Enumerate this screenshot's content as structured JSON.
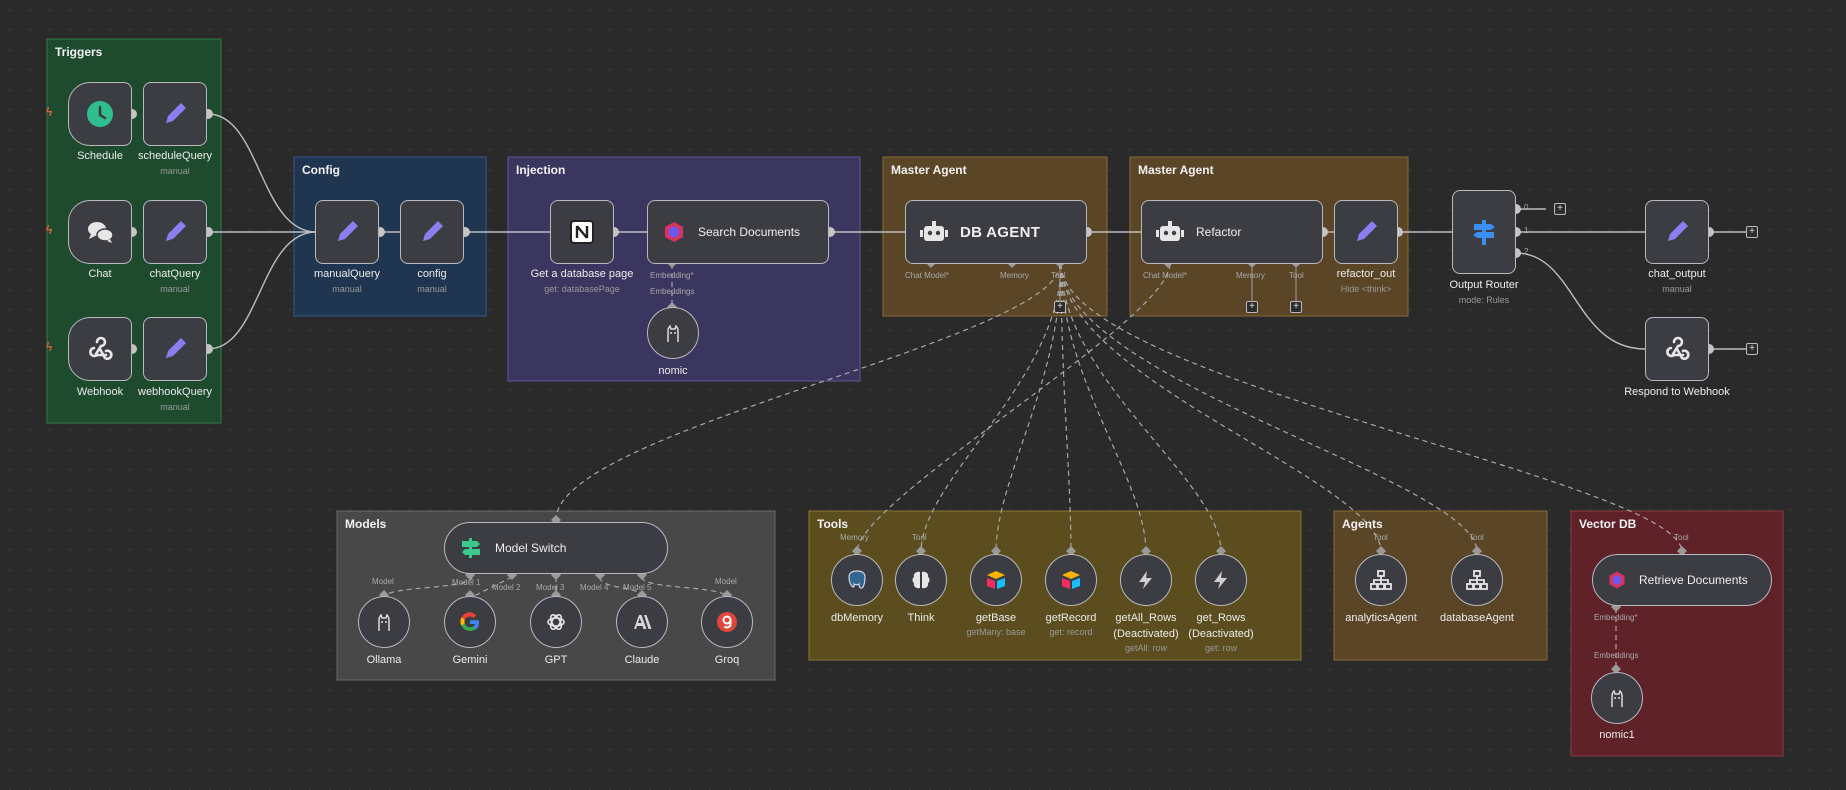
{
  "groups": {
    "triggers": "Triggers",
    "config": "Config",
    "injection": "Injection",
    "master1": "Master Agent",
    "master2": "Master Agent",
    "models": "Models",
    "tools": "Tools",
    "agents": "Agents",
    "vectordb": "Vector DB"
  },
  "nodes": {
    "schedule": "Schedule",
    "schedule_query": {
      "name": "scheduleQuery",
      "sub": "manual"
    },
    "chat": "Chat",
    "chat_query": {
      "name": "chatQuery",
      "sub": "manual"
    },
    "webhook": "Webhook",
    "webhook_query": {
      "name": "webhookQuery",
      "sub": "manual"
    },
    "manual_query": {
      "name": "manualQuery",
      "sub": "manual"
    },
    "config": {
      "name": "config",
      "sub": "manual"
    },
    "get_db_page": {
      "name": "Get a database page",
      "sub": "get: databasePage"
    },
    "search_documents": "Search Documents",
    "nomic": "nomic",
    "db_agent": "DB AGENT",
    "refactor": "Refactor",
    "refactor_out": {
      "name": "refactor_out",
      "sub": "Hide <think>"
    },
    "output_router": {
      "name": "Output Router",
      "sub": "mode: Rules"
    },
    "chat_output": {
      "name": "chat_output",
      "sub": "manual"
    },
    "respond_webhook": "Respond to Webhook",
    "model_switch": "Model Switch",
    "ollama": "Ollama",
    "gemini": "Gemini",
    "gpt": "GPT",
    "claude": "Claude",
    "groq": "Groq",
    "db_memory": "dbMemory",
    "think": "Think",
    "get_base": {
      "name": "getBase",
      "sub": "getMany: base"
    },
    "get_record": {
      "name": "getRecord",
      "sub": "get: record"
    },
    "get_all_rows": {
      "name": "getAll_Rows\n(Deactivated)",
      "sub": "getAll: row"
    },
    "get_rows": {
      "name": "get_Rows\n(Deactivated)",
      "sub": "get: row"
    },
    "analytics_agent": "analyticsAgent",
    "database_agent": "databaseAgent",
    "retrieve_documents": "Retrieve Documents",
    "nomic1": "nomic1"
  },
  "ports": {
    "embedding_req": "Embedding*",
    "embeddings": "Embeddings",
    "chat_model_req": "Chat Model*",
    "memory": "Memory",
    "tool": "Tool",
    "model": "Model",
    "model1": "Model 1",
    "model2": "Model 2",
    "model3": "Model 3",
    "model4": "Model 4",
    "model5": "Model 5",
    "router_out0": "0",
    "router_out1": "1",
    "router_out2": "2",
    "plus": "+"
  },
  "colors": {
    "canvas": "#2a2a2a",
    "triggers": "#1e4a2e",
    "config": "#1f3550",
    "injection": "#3a3660",
    "master": "#5a4526",
    "models": "#484848",
    "tools": "#5b4d1e",
    "agents": "#5a4526",
    "vectordb": "#5e2228",
    "edit_icon": "#8b7ef0",
    "schedule_icon": "#2fbf8e"
  }
}
